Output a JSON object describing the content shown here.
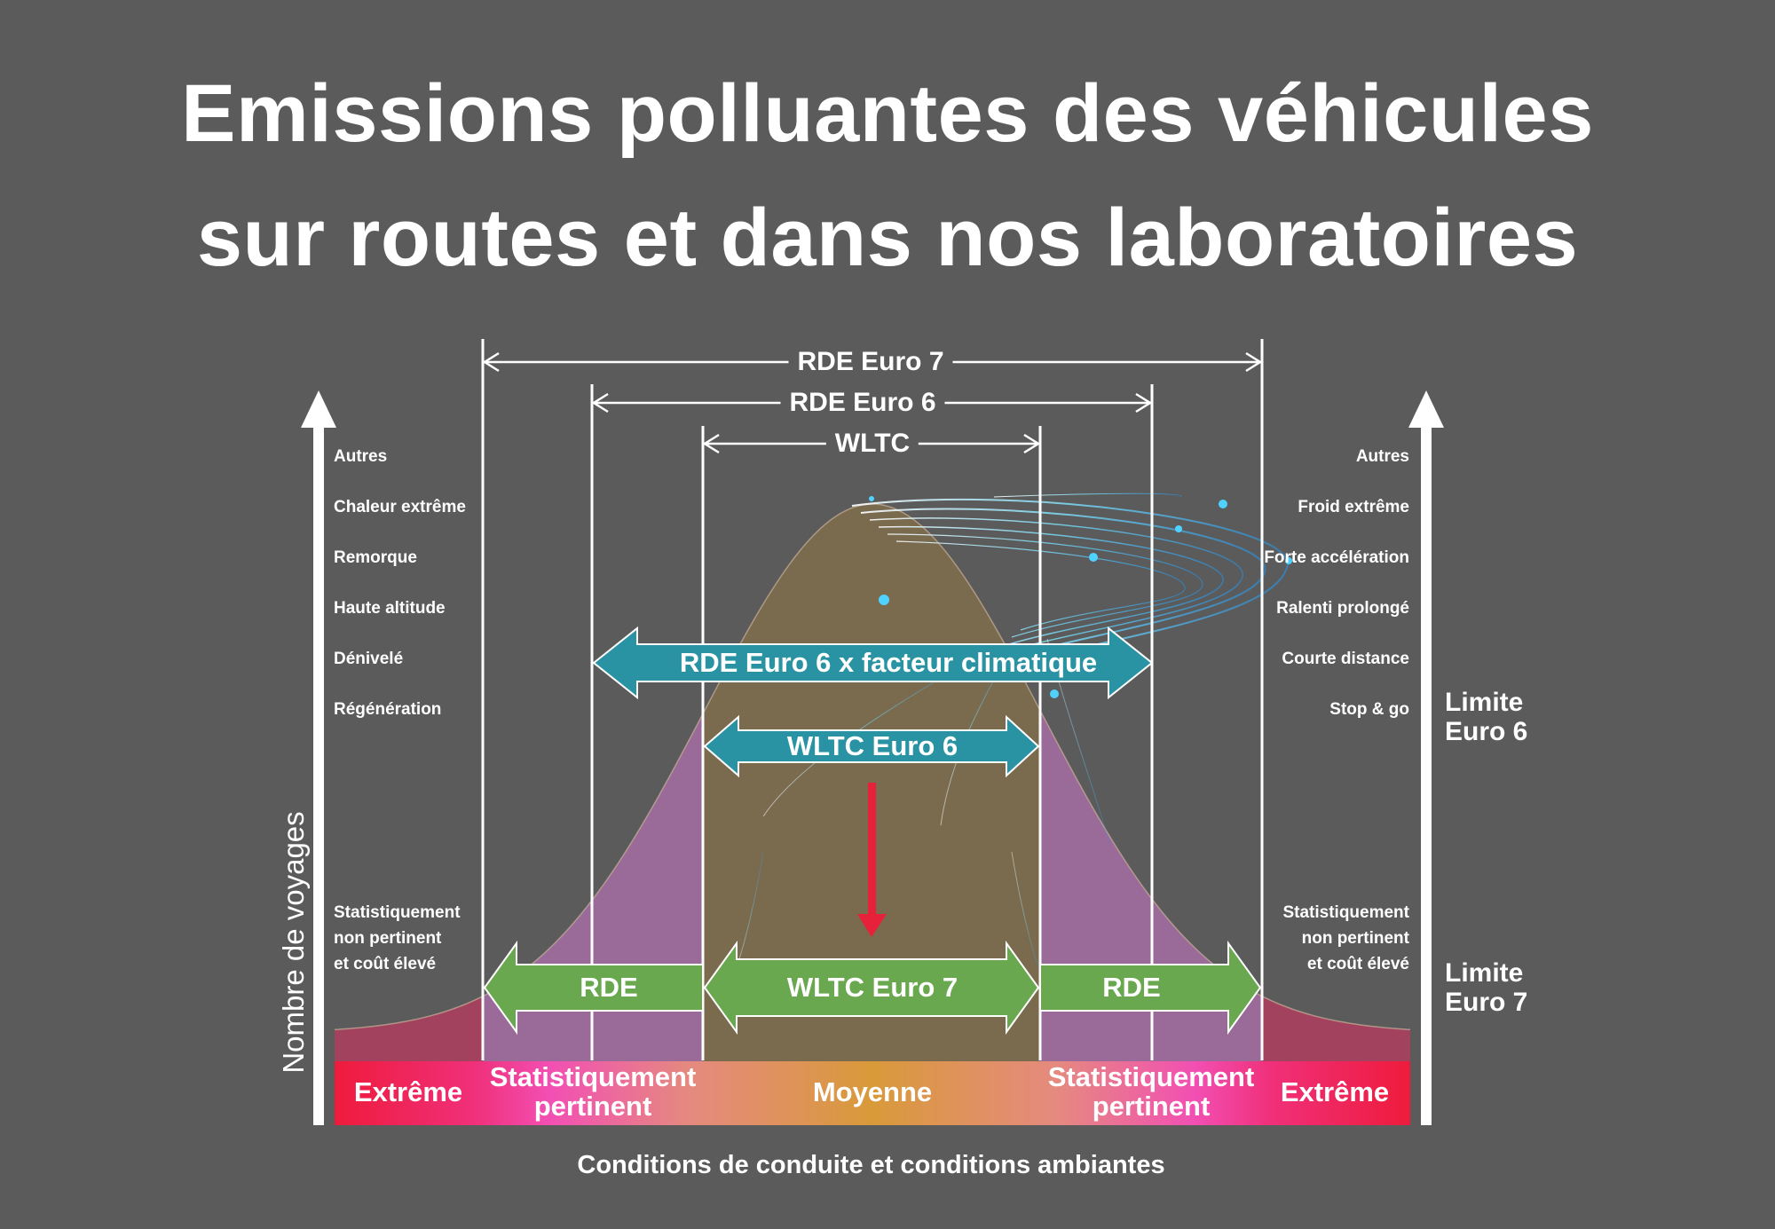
{
  "title": {
    "line1": "Emissions polluantes des véhicules",
    "line2": "sur routes et dans nos laboratoires"
  },
  "y_axis": {
    "label": "Nombre de voyages"
  },
  "x_axis": {
    "label": "Conditions de conduite et conditions ambiantes"
  },
  "ranges": {
    "rde_euro7": "RDE Euro 7",
    "rde_euro6": "RDE Euro 6",
    "wltc": "WLTC"
  },
  "left_conditions": [
    "Autres",
    "Chaleur extrême",
    "Remorque",
    "Haute altitude",
    "Dénivelé",
    "Régénération"
  ],
  "right_conditions": [
    "Autres",
    "Froid extrême",
    "Forte accélération",
    "Ralenti prolongé",
    "Courte distance",
    "Stop & go"
  ],
  "stat_note": {
    "line1": "Statistiquement",
    "line2": "non pertinent",
    "line3": "et coût élevé"
  },
  "limits": {
    "euro6": {
      "line1": "Limite",
      "line2": "Euro 6"
    },
    "euro7": {
      "line1": "Limite",
      "line2": "Euro 7"
    }
  },
  "arrows": {
    "climatic": "RDE Euro 6 x facteur climatique",
    "wltc_euro6": "WLTC Euro 6",
    "rde_left": "RDE",
    "wltc_euro7": "WLTC Euro 7",
    "rde_right": "RDE"
  },
  "bands": {
    "extreme_left": "Extrême",
    "stat_left": {
      "line1": "Statistiquement",
      "line2": "pertinent"
    },
    "moyenne": "Moyenne",
    "stat_right": {
      "line1": "Statistiquement",
      "line2": "pertinent"
    },
    "extreme_right": "Extrême"
  },
  "colors": {
    "background": "#5b5b5b",
    "extreme": "#e8213a",
    "pertinent": "#f24fb3",
    "moyenne": "#d99a3a",
    "teal_arrow": "#2a93a3",
    "green_arrow": "#6aa84f",
    "red_arrow": "#e8213a",
    "curve_center": "#7a6a4e",
    "curve_mid": "#9a6a98",
    "curve_outer": "#a2425e"
  }
}
